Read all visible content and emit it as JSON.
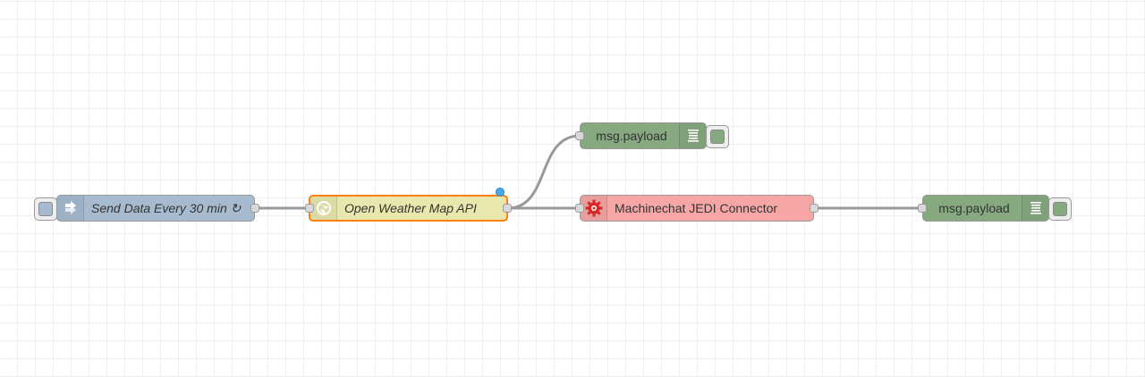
{
  "nodes": {
    "inject": {
      "label": "Send Data Every 30 min ↻",
      "icon": "arrow-in-icon",
      "color": "#a6bbcf"
    },
    "http_request": {
      "label": "Open Weather Map API",
      "icon": "globe-icon",
      "color": "#e7e7ae",
      "status": "changed"
    },
    "debug_top": {
      "label": "msg.payload",
      "icon": "list-icon",
      "color": "#87a980"
    },
    "jedi": {
      "label": "Machinechat JEDI Connector",
      "icon": "gear-icon",
      "color": "#f7a6a6"
    },
    "debug_right": {
      "label": "msg.payload",
      "icon": "list-icon",
      "color": "#87a980"
    }
  },
  "colors": {
    "wire": "#999999",
    "grid": "#eeeeee",
    "selected_outline": "#ff7f0e",
    "status_changed": "#4aa7e8"
  }
}
